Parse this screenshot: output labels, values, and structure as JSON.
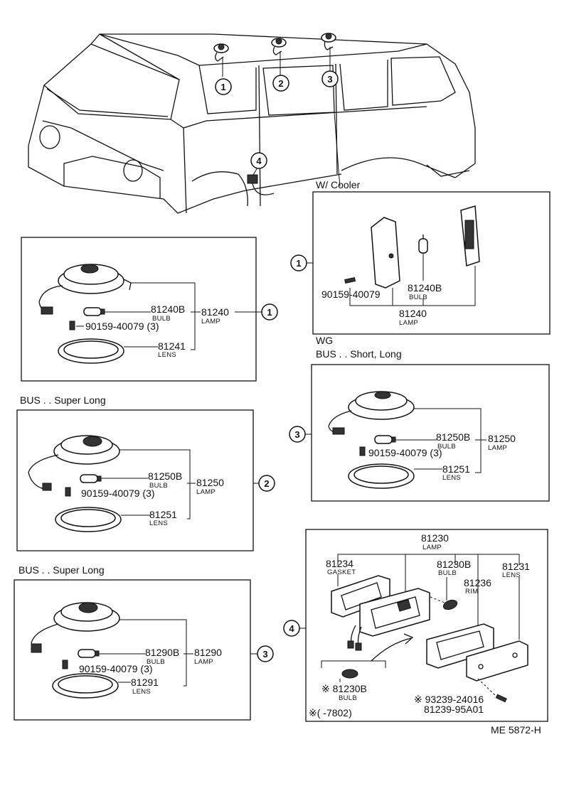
{
  "callouts": [
    "1",
    "2",
    "3",
    "4"
  ],
  "cooler_panel": {
    "heading": "W/ Cooler",
    "screw_pn": "90159-40079",
    "bulb_pn": "81240B",
    "bulb_label": "BULB",
    "lamp_pn": "81240",
    "lamp_label": "LAMP",
    "callout": "1"
  },
  "panel_1": {
    "bulb_pn": "81240B",
    "bulb_label": "BULB",
    "screw_pn": "90159-40079 (3)",
    "lens_pn": "81241",
    "lens_label": "LENS",
    "lamp_pn": "81240",
    "lamp_label": "LAMP",
    "callout": "1"
  },
  "wg_panel": {
    "heading_line1": "WG",
    "heading_line2": "BUS . . Short, Long",
    "bulb_pn": "81250B",
    "bulb_label": "BULB",
    "screw_pn": "90159-40079 (3)",
    "lens_pn": "81251",
    "lens_label": "LENS",
    "lamp_pn": "81250",
    "lamp_label": "LAMP",
    "callout": "3"
  },
  "panel_2": {
    "heading": "BUS . . Super Long",
    "bulb_pn": "81250B",
    "bulb_label": "BULB",
    "screw_pn": "90159-40079 (3)",
    "lens_pn": "81251",
    "lens_label": "LENS",
    "lamp_pn": "81250",
    "lamp_label": "LAMP",
    "callout": "2"
  },
  "panel_3": {
    "heading": "BUS . . Super Long",
    "bulb_pn": "81290B",
    "bulb_label": "BULB",
    "screw_pn": "90159-40079 (3)",
    "lens_pn": "81291",
    "lens_label": "LENS",
    "lamp_pn": "81290",
    "lamp_label": "LAMP",
    "callout": "3"
  },
  "panel_4": {
    "lamp_pn": "81230",
    "lamp_label": "LAMP",
    "gasket_pn": "81234",
    "gasket_label": "GASKET",
    "bulb_pn": "81230B",
    "bulb_label": "BULB",
    "rim_pn": "81236",
    "rim_label": "RIM",
    "lens_pn": "81231",
    "lens_label": "LENS",
    "alt_bulb_pn": "※ 81230B",
    "alt_bulb_label": "BULB",
    "screw_pn_1": "※ 93239-24016",
    "screw_pn_2": "81239-95A01",
    "note": "※( -7802)",
    "callout": "4"
  },
  "footer_code": "ME 5872-H"
}
